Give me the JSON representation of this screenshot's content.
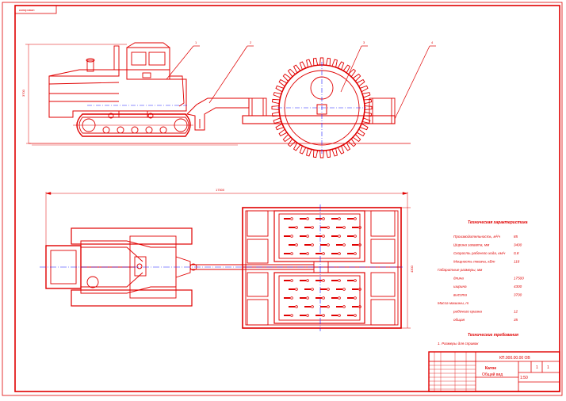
{
  "drawing": {
    "line_color": "#e00000",
    "axis_color": "#1a1aff",
    "stamp_label": "копировал",
    "overall_length_dim": "17500",
    "side_height_dim": "3700",
    "plan_width_dim": "4300"
  },
  "callouts": [
    "1",
    "2",
    "3",
    "4"
  ],
  "specs": {
    "title": "Техническая характеристика",
    "rows": [
      {
        "label": "Производительность, м³/ч",
        "value": "85"
      },
      {
        "label": "Ширина захвата, мм",
        "value": "3400"
      },
      {
        "label": "Скорость рабочего хода, км/ч",
        "value": "0,8"
      },
      {
        "label": "Мощность тягача, кВт",
        "value": "118"
      },
      {
        "label": "Габаритные размеры, мм",
        "value": ""
      },
      {
        "label": "длина",
        "value": "17500"
      },
      {
        "label": "ширина",
        "value": "4300"
      },
      {
        "label": "высота",
        "value": "3700"
      },
      {
        "label": "Масса машины, т",
        "value": ""
      },
      {
        "label": "рабочего органа",
        "value": "12"
      },
      {
        "label": "общая",
        "value": "35"
      }
    ],
    "req_title": "Технические требования",
    "req_text": "1. Размеры для справок"
  },
  "title_block": {
    "doc_code": "КП.000.00.00 ОВ",
    "name": "Каток",
    "subname": "Общий вид",
    "sheet": "1",
    "sheets": "1",
    "scale": "1:50"
  }
}
